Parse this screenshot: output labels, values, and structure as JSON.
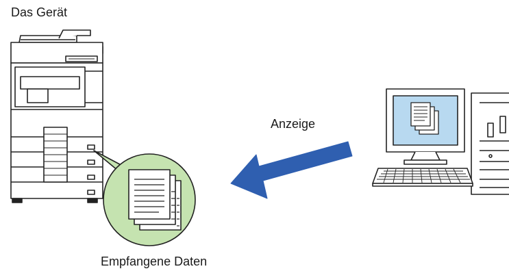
{
  "labels": {
    "device": "Das Gerät",
    "action": "Anzeige",
    "received": "Empfangene Daten"
  },
  "icons": [
    "printer-icon",
    "computer-icon",
    "documents-icon",
    "arrow-icon"
  ],
  "colors": {
    "arrow": "#2f5fb0",
    "bubble_fill": "#c5e3b0",
    "screen_fill": "#b8d9f0",
    "outline": "#222222"
  }
}
